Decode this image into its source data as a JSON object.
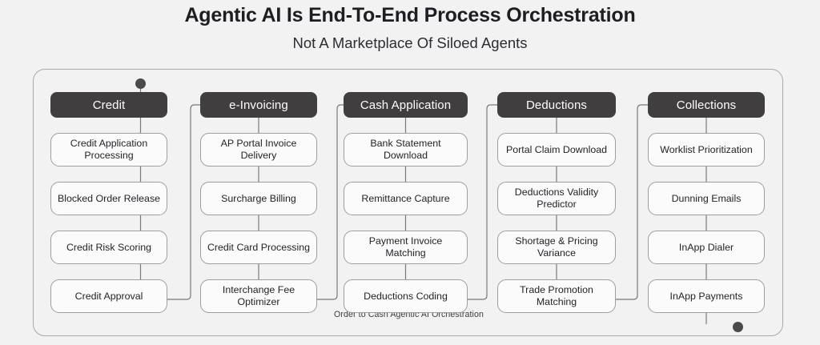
{
  "header": {
    "title": "Agentic AI Is End-To-End Process Orchestration",
    "subtitle": "Not A Marketplace Of Siloed Agents"
  },
  "diagram": {
    "caption": "Order to Cash Agentic AI Orchestration",
    "start_marker": "start-dot",
    "end_marker": "end-dot",
    "colors": {
      "page_background": "#F2F2F2",
      "container_border": "#A8A8A8",
      "stage_header_background": "#403E3E",
      "stage_header_text": "#FFFFFF",
      "card_background": "#FBFBFB",
      "card_border": "#9E9E9E",
      "card_text": "#22242A",
      "connector_line": "#7A7A7A",
      "terminal_dot": "#4A4A4A",
      "title_text": "#1C1E23"
    },
    "columns": [
      {
        "header": "Credit",
        "cards": [
          "Credit Application Processing",
          "Blocked Order Release",
          "Credit Risk Scoring",
          "Credit Approval"
        ]
      },
      {
        "header": "e-Invoicing",
        "cards": [
          "AP Portal Invoice Delivery",
          "Surcharge Billing",
          "Credit Card Processing",
          "Interchange Fee Optimizer"
        ]
      },
      {
        "header": "Cash Application",
        "cards": [
          "Bank Statement Download",
          "Remittance Capture",
          "Payment Invoice Matching",
          "Deductions Coding"
        ]
      },
      {
        "header": "Deductions",
        "cards": [
          "Portal Claim Download",
          "Deductions Validity Predictor",
          "Shortage & Pricing Variance",
          "Trade Promotion Matching"
        ]
      },
      {
        "header": "Collections",
        "cards": [
          "Worklist Prioritization",
          "Dunning Emails",
          "InApp Dialer",
          "InApp Payments"
        ]
      }
    ]
  }
}
